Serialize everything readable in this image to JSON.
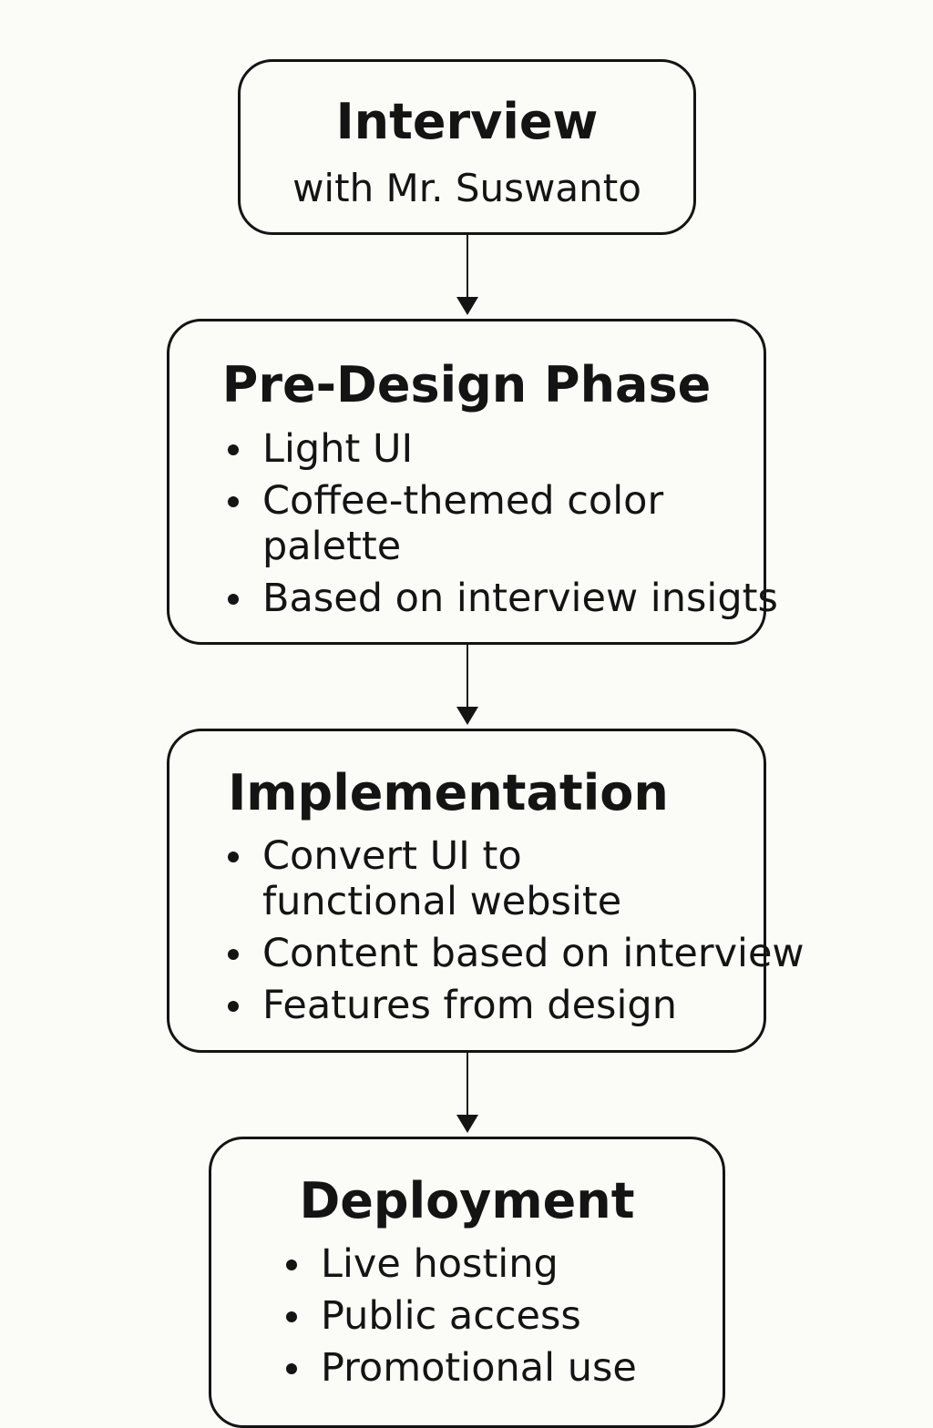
{
  "diagram": {
    "steps": [
      {
        "title": "Interview",
        "subtitle": "with Mr. Suswanto"
      },
      {
        "title": "Pre-Design Phase",
        "bullets": [
          "Light UI",
          "Coffee-themed color palette",
          "Based on interview insigts"
        ]
      },
      {
        "title": "Implementation",
        "bullets": [
          "Convert UI to functional website",
          "Content based on interview",
          "Features from design"
        ]
      },
      {
        "title": "Deployment",
        "bullets": [
          "Live hosting",
          "Public access",
          "Promotional use"
        ]
      }
    ]
  }
}
